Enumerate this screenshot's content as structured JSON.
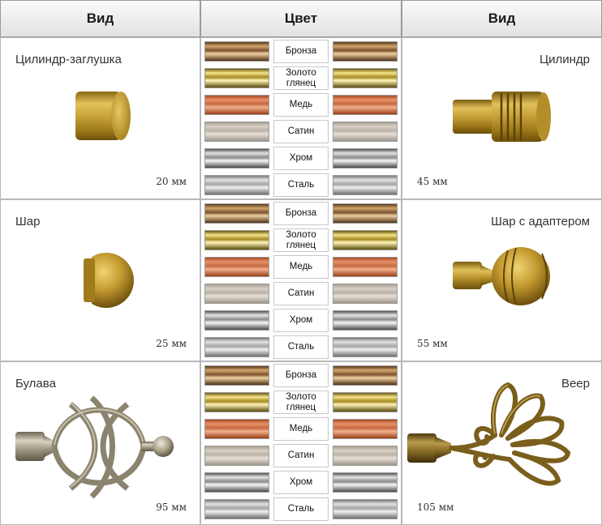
{
  "header": {
    "left": "Вид",
    "middle": "Цвет",
    "right": "Вид"
  },
  "colors": [
    {
      "name": "Бронза",
      "c": [
        "#5a3a1e",
        "#d2a56a",
        "#7a5230",
        "#f0d0a0",
        "#4e3218"
      ]
    },
    {
      "name": "Золото\nглянец",
      "c": [
        "#6b5a10",
        "#f6e48a",
        "#a48a22",
        "#fff4b8",
        "#5a4c0c"
      ]
    },
    {
      "name": "Медь",
      "c": [
        "#a84a20",
        "#e8906a",
        "#c46a40",
        "#f2b08c",
        "#9a4018"
      ]
    },
    {
      "name": "Сатин",
      "c": [
        "#a89e92",
        "#d8d0c6",
        "#bcb2a6",
        "#e6e0d8",
        "#a0968a"
      ]
    },
    {
      "name": "Хром",
      "c": [
        "#555",
        "#e4e4e4",
        "#8a8a8a",
        "#f6f6f6",
        "#4a4a4a"
      ]
    },
    {
      "name": "Сталь",
      "c": [
        "#7a7a7a",
        "#e2e2e2",
        "#a4a4a4",
        "#f0f0f0",
        "#6e6e6e"
      ]
    }
  ],
  "rows": [
    {
      "left": {
        "name": "Цилиндр-заглушка",
        "size": "20 мм"
      },
      "right": {
        "name": "Цилиндр",
        "size": "45 мм"
      }
    },
    {
      "left": {
        "name": "Шар",
        "size": "25 мм"
      },
      "right": {
        "name": "Шар с адаптером",
        "size": "55 мм"
      }
    },
    {
      "left": {
        "name": "Булава",
        "size": "95 мм"
      },
      "right": {
        "name": "Веер",
        "size": "105 мм"
      }
    }
  ]
}
